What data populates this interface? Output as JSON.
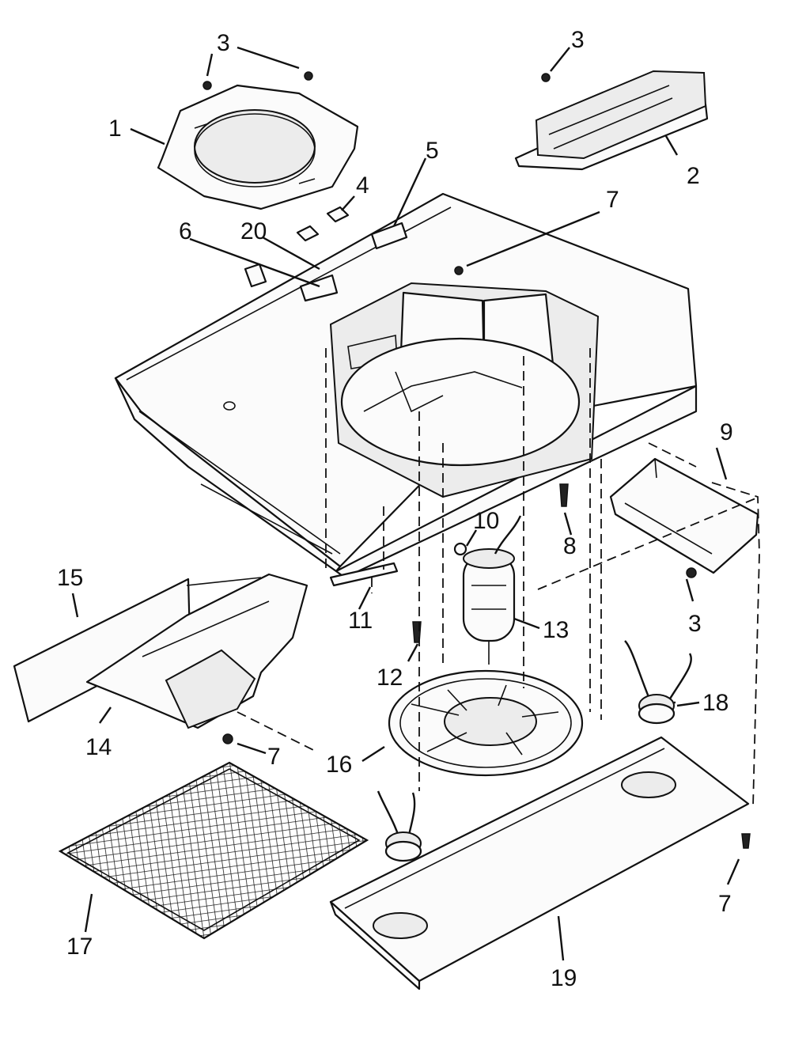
{
  "diagram": {
    "callouts": {
      "c1": "1",
      "c2": "2",
      "c3a": "3",
      "c3b": "3",
      "c3c": "3",
      "c4": "4",
      "c5": "5",
      "c6": "6",
      "c7a": "7",
      "c7b": "7",
      "c7c": "7",
      "c8": "8",
      "c9": "9",
      "c10": "10",
      "c11": "11",
      "c12": "12",
      "c13": "13",
      "c14": "14",
      "c15": "15",
      "c16": "16",
      "c17": "17",
      "c18": "18",
      "c19": "19",
      "c20": "20"
    }
  }
}
